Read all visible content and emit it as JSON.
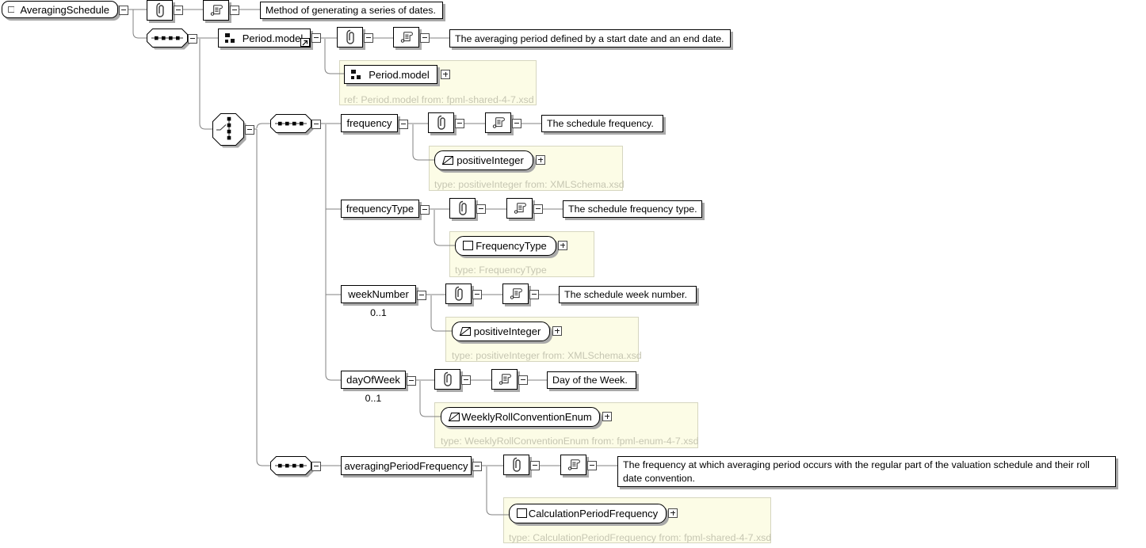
{
  "root": {
    "name": "AveragingSchedule",
    "doc": "Method of generating a series of dates."
  },
  "period_model": {
    "name": "Period.model",
    "doc": "The averaging period defined by a start date and an end date.",
    "ref": {
      "name": "Period.model",
      "note": "ref: Period.model from: fpml-shared-4-7.xsd"
    }
  },
  "elements": [
    {
      "name": "frequency",
      "doc": "The schedule frequency.",
      "type": {
        "name": "positiveInteger",
        "note": "type: positiveInteger from: XMLSchema.xsd"
      }
    },
    {
      "name": "frequencyType",
      "doc": "The schedule frequency type.",
      "type": {
        "name": "FrequencyType",
        "note": "type: FrequencyType"
      }
    },
    {
      "name": "weekNumber",
      "occurs": "0..1",
      "doc": "The schedule week number.",
      "type": {
        "name": "positiveInteger",
        "note": "type: positiveInteger from: XMLSchema.xsd"
      }
    },
    {
      "name": "dayOfWeek",
      "occurs": "0..1",
      "doc": "Day of the Week.",
      "type": {
        "name": "WeeklyRollConventionEnum",
        "note": "type: WeeklyRollConventionEnum from: fpml-enum-4-7.xsd"
      }
    },
    {
      "name": "averagingPeriodFrequency",
      "doc": "The frequency at which averaging period occurs with the regular part of the valuation schedule and their roll date convention.",
      "type": {
        "name": "CalculationPeriodFrequency",
        "note": "type: CalculationPeriodFrequency from: fpml-shared-4-7.xsd"
      }
    }
  ],
  "icons": {
    "element": "square-element-icon",
    "complex_type": "square-complex-type-icon",
    "simple_type": "slashed-simple-type-icon",
    "model_group": "model-group-icon",
    "attributes": "paperclip-attributes-icon",
    "annotation": "scroll-annotation-icon",
    "sequence": "sequence-icon",
    "choice": "choice-icon",
    "link": "northeast-arrow-link-icon",
    "collapse": "minus-collapse-icon",
    "expand": "plus-expand-icon"
  },
  "colors": {
    "type_panel_bg": "#fcfce6",
    "type_panel_border": "#d6d6c0",
    "muted_text": "#c6c6b2",
    "shadow": "#a9a9a9",
    "connector": "#808080"
  }
}
